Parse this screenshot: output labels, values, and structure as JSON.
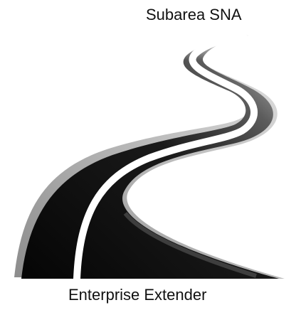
{
  "diagram": {
    "top_label": "Subarea SNA",
    "bottom_label": "Enterprise Extender",
    "illustration": "winding-road",
    "colors": {
      "road_dark": "#0d0d0d",
      "road_mid": "#4a4a4a",
      "road_light": "#b8b8b8",
      "lane_line": "#ffffff",
      "edge_shadow": "#9a9a9a",
      "label_text": "#111111"
    }
  }
}
